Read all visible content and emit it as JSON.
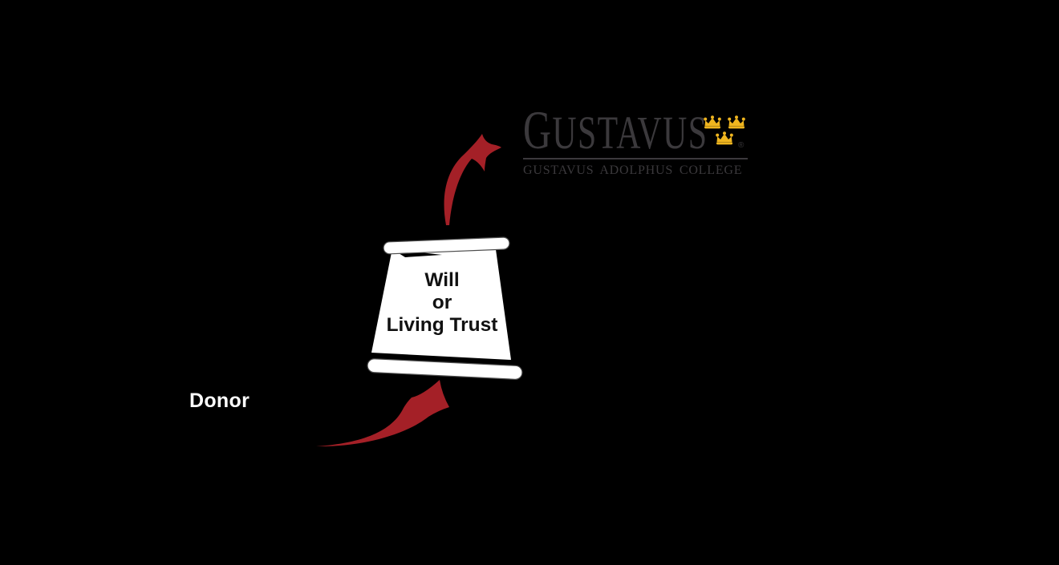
{
  "title": "Will or Living Trust bequest diagram",
  "colors": {
    "background": "#000000",
    "arrow_red": "#A42027",
    "scroll_white": "#FFFFFF",
    "scroll_edge": "#4D4D4D",
    "logo_text": "#3B393C",
    "logo_gold": "#EFB51F",
    "donor_text": "#FFFFFF",
    "scroll_text": "#111111"
  },
  "donor": {
    "label": "Donor"
  },
  "scroll": {
    "line1": "Will",
    "line2": "or",
    "line3": "Living Trust"
  },
  "logo": {
    "wordmark": "GUSTAVUS",
    "registered_mark": "®",
    "tagline": "GUSTAVUS ADOLPHUS COLLEGE"
  }
}
